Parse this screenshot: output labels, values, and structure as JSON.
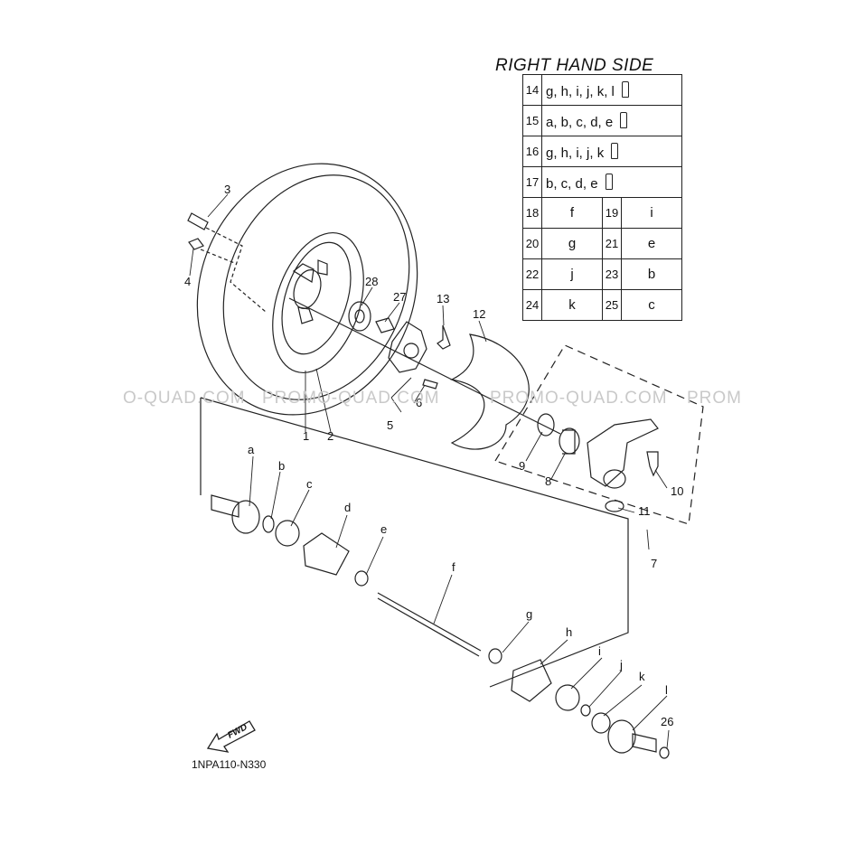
{
  "table": {
    "title": "RIGHT HAND SIDE",
    "rows": [
      {
        "num": "14",
        "letters": "g, h, i, j, k, l"
      },
      {
        "num": "15",
        "letters": "a, b, c, d, e"
      },
      {
        "num": "16",
        "letters": "g, h, i, j, k"
      },
      {
        "num": "17",
        "letters": "b, c, d, e"
      }
    ],
    "pairs": [
      {
        "n1": "18",
        "l1": "f",
        "n2": "19",
        "l2": "i"
      },
      {
        "n1": "20",
        "l1": "g",
        "n2": "21",
        "l2": "e"
      },
      {
        "n1": "22",
        "l1": "j",
        "n2": "23",
        "l2": "b"
      },
      {
        "n1": "24",
        "l1": "k",
        "n2": "25",
        "l2": "c"
      }
    ]
  },
  "labels": {
    "n1": "1",
    "n2": "2",
    "n3": "3",
    "n4": "4",
    "n5": "5",
    "n6": "6",
    "n7": "7",
    "n8": "8",
    "n9": "9",
    "n10": "10",
    "n11": "11",
    "n12": "12",
    "n13": "13",
    "n26": "26",
    "n27": "27",
    "n28": "28",
    "a": "a",
    "b": "b",
    "c": "c",
    "d": "d",
    "e": "e",
    "f": "f",
    "g": "g",
    "h": "h",
    "i": "i",
    "j": "j",
    "k": "k",
    "l": "l"
  },
  "watermark": [
    "O-QUAD.COM",
    "PROMO-QUAD.COM",
    "PROMO-QUAD.COM",
    "PROM"
  ],
  "fwd_label": "FWD",
  "caption": "1NPA110-N330"
}
